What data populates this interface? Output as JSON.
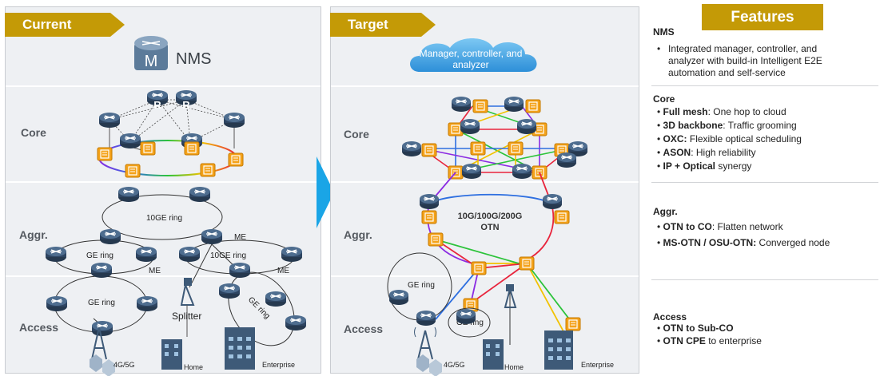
{
  "current": {
    "tag": "Current",
    "nms_badge": "M",
    "nms_label": "NMS",
    "layers": [
      "Core",
      "Aggr.",
      "Access"
    ],
    "core_router_label": "R",
    "ring_10ge": "10GE ring",
    "ge_ring_left": "GE ring",
    "ring_10ge_right": "10GE ring",
    "me_labels": [
      "ME",
      "ME",
      "ME"
    ],
    "ge_ring_access": "GE ring",
    "ge_ring_access_right": "GE ring",
    "splitter": "Splitter",
    "site_labels": [
      "4G/5G",
      "Home",
      "Enterprise"
    ]
  },
  "target": {
    "tag": "Target",
    "cloud_text_line1": "Manager, controller, and",
    "cloud_text_line2": "analyzer",
    "layers": [
      "Core",
      "Aggr.",
      "Access"
    ],
    "otn_line1": "10G/100G/200G",
    "otn_line2": "OTN",
    "ge_ring": "GE ring",
    "ge_ring_2": "GE ring",
    "site_labels": [
      "4G/5G",
      "Home",
      "Enterprise"
    ]
  },
  "features": {
    "tag": "Features",
    "sections": [
      {
        "title": "NMS",
        "items": [
          {
            "text": "Integrated manager, controller, and analyzer with build-in Intelligent E2E automation and self-service"
          }
        ]
      },
      {
        "title": "Core",
        "items": [
          {
            "bold": "Full mesh",
            "rest": ": One hop to cloud"
          },
          {
            "bold": "3D backbone",
            "rest": ": Traffic grooming"
          },
          {
            "bold": "OXC:",
            "rest": " Flexible optical scheduling"
          },
          {
            "bold": "ASON",
            "rest": ": High reliability"
          },
          {
            "bold": "IP + Optical",
            "rest": " synergy"
          }
        ]
      },
      {
        "title": "Aggr.",
        "items": [
          {
            "bold": "OTN to CO",
            "rest": ": Flatten network"
          },
          {
            "bold": "MS-OTN / OSU-OTN:",
            "rest": " Converged node"
          }
        ]
      },
      {
        "title": "Access",
        "items": [
          {
            "bold": "OTN to Sub-CO",
            "rest": ""
          },
          {
            "bold": "OTN CPE",
            "rest": " to enterprise"
          }
        ]
      }
    ]
  },
  "colors": {
    "gold": "#c49a06",
    "router": "#3e5a78",
    "otn": "#f4a21a",
    "arrow": "#1aa5e6",
    "cloud": "#3ba7e8"
  }
}
